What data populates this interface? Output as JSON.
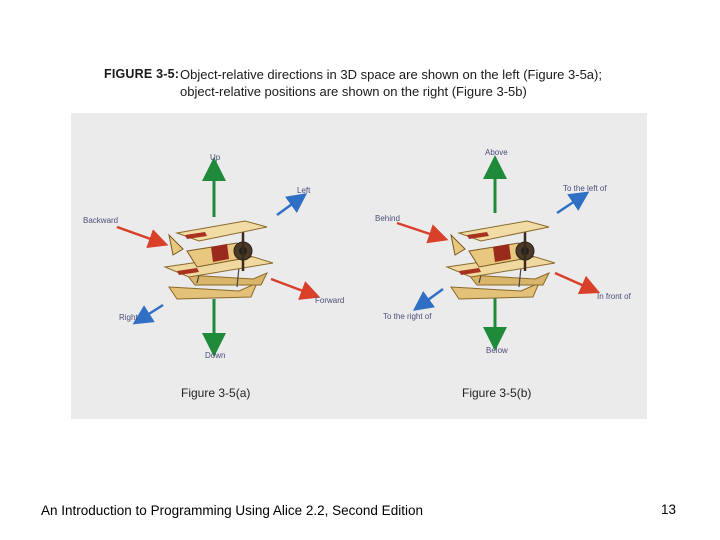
{
  "caption": {
    "label": "FIGURE 3-5:",
    "line1": "Object-relative directions in 3D space are shown on the left (Figure 3-5a);",
    "line2": "object-relative positions are shown on the right (Figure 3-5b)"
  },
  "figure_a": {
    "up": "Up",
    "down": "Down",
    "left": "Left",
    "right": "Right",
    "forward": "Forward",
    "backward": "Backward",
    "caption": "Figure 3-5(a)"
  },
  "figure_b": {
    "above": "Above",
    "below": "Below",
    "to_the_left_of": "To the left of",
    "to_the_right_of": "To the right of",
    "in_front_of": "In front of",
    "behind": "Behind",
    "caption": "Figure 3-5(b)"
  },
  "colors": {
    "panel_background": "#ebebeb",
    "vertical_arrow": "#1f8a3a",
    "diagonal_red_arrow": "#d9402a",
    "diagonal_blue_arrow": "#2f6fc4",
    "label_text": "#4a4f7a"
  },
  "footer": {
    "text": "An Introduction to Programming Using Alice 2.2, Second Edition",
    "page_number": "13"
  }
}
